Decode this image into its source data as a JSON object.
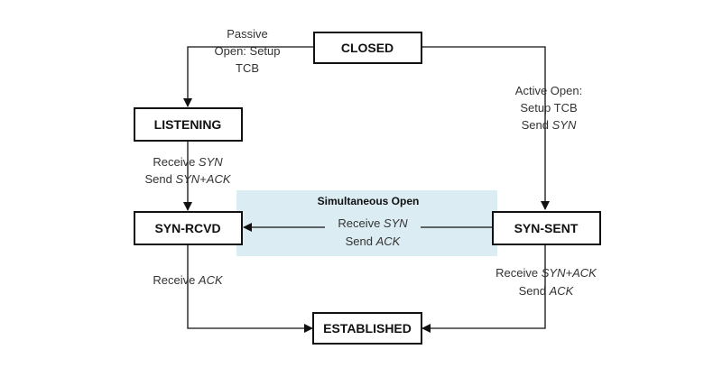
{
  "diagram": {
    "states": {
      "closed": "CLOSED",
      "listening": "LISTENING",
      "syn_rcvd": "SYN-RCVD",
      "syn_sent": "SYN-SENT",
      "established": "ESTABLISHED"
    },
    "region": {
      "title": "Simultaneous Open",
      "fill": "#dbecf3"
    },
    "edges": {
      "passive_open": {
        "lines": [
          "Passive",
          "Open: Setup",
          "TCB"
        ]
      },
      "active_open": {
        "line1": "Active Open:",
        "line2": "Setup TCB",
        "line3_prefix": "Send ",
        "line3_em": "SYN"
      },
      "listen_to_rcvd": {
        "line1_prefix": "Receive ",
        "line1_em": "SYN",
        "line2_prefix": "Send ",
        "line2_em": "SYN+ACK"
      },
      "sent_to_rcvd": {
        "line1_prefix": "Receive ",
        "line1_em": "SYN",
        "line2_prefix": "Send ",
        "line2_em": "ACK"
      },
      "rcvd_to_est": {
        "line1_prefix": "Receive ",
        "line1_em": "ACK"
      },
      "sent_to_est": {
        "line1_prefix": "Receive ",
        "line1_em": "SYN+ACK",
        "line2_prefix": "Send ",
        "line2_em": "ACK"
      }
    },
    "colors": {
      "stroke": "#111111",
      "text": "#333333"
    }
  }
}
